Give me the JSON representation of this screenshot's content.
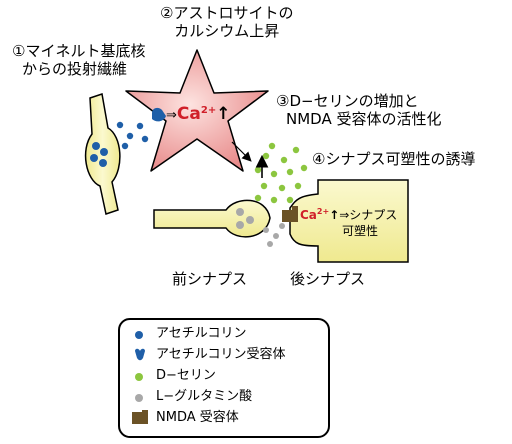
{
  "steps": {
    "step1": {
      "line1": "①マイネルト基底核",
      "line2": "からの投射繊維"
    },
    "step2": {
      "line1": "②アストロサイトの",
      "line2": "カルシウム上昇"
    },
    "step3": {
      "line1": "③D−セリンの増加と",
      "line2": "NMDA 受容体の活性化"
    },
    "step4": {
      "line1": "④シナプス可塑性の誘導"
    }
  },
  "astrocyte": {
    "ca_text": "Ca",
    "ca_sup": "2+",
    "arrow_text": "⇒"
  },
  "post": {
    "ca_text": "Ca",
    "ca_sup": "2+",
    "text": "⇒シナプス",
    "text2": "可塑性"
  },
  "labels": {
    "pre": "前シナプス",
    "post": "後シナプス"
  },
  "legend": [
    {
      "label": "アセチルコリン",
      "icon": "blue-dot"
    },
    {
      "label": "アセチルコリン受容体",
      "icon": "blue-receptor"
    },
    {
      "label": "D−セリン",
      "icon": "green-dot"
    },
    {
      "label": "L−グルタミン酸",
      "icon": "gray-dot"
    },
    {
      "label": "NMDA 受容体",
      "icon": "brown-receptor"
    }
  ],
  "colors": {
    "star_fill": "#e88a8a",
    "star_light": "#fde3e0",
    "terminal": "#f5f2a8",
    "acetylcholine": "#1f5fa8",
    "d_serine": "#8cc63f",
    "glutamate": "#a8a8a8",
    "nmda": "#6b5226",
    "ca_red": "#d0202a"
  }
}
